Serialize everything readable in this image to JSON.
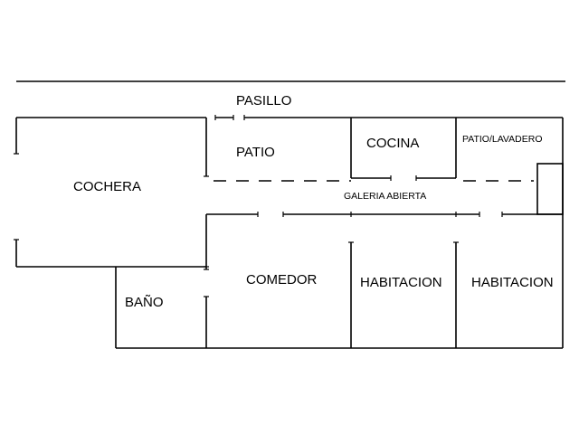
{
  "rooms": {
    "pasillo": "PASILLO",
    "patio": "PATIO",
    "cocina": "COCINA",
    "patio_lavadero": "PATIO/LAVADERO",
    "cochera": "COCHERA",
    "galeria_abierta": "GALERIA ABIERTA",
    "comedor": "COMEDOR",
    "bano": "BAÑO",
    "habitacion_1": "HABITACION",
    "habitacion_2": "HABITACION"
  },
  "colors": {
    "line": "#000000",
    "background": "#ffffff"
  }
}
